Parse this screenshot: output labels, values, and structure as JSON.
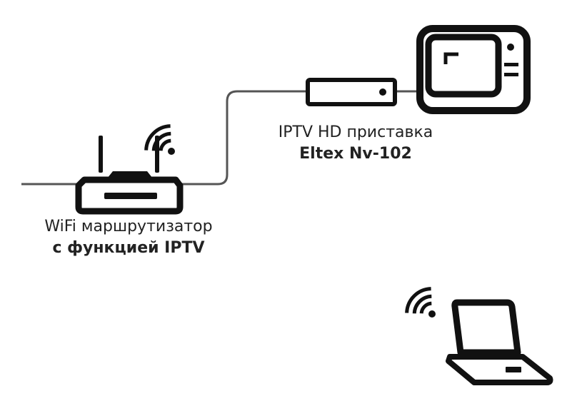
{
  "router": {
    "label_line1": "WiFi маршрутизатор",
    "label_line2": "с функцией IPTV"
  },
  "set_top_box": {
    "label_line1": "IPTV HD приставка",
    "label_line2": "Eltex Nv-102"
  },
  "colors": {
    "device": "#111111",
    "cable": "#555555",
    "text": "#222222",
    "background": "#ffffff"
  },
  "icons": [
    "router-icon",
    "set-top-box-icon",
    "tv-icon",
    "laptop-icon",
    "wifi-signal-icon"
  ]
}
